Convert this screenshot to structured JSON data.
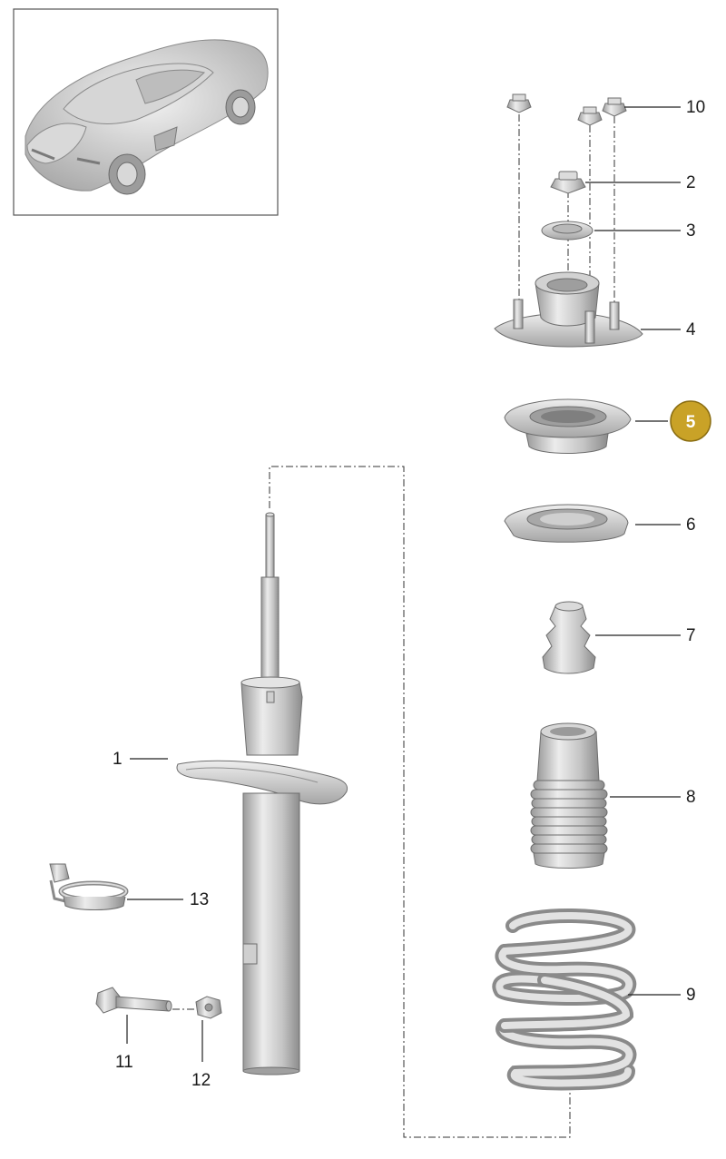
{
  "callouts": {
    "c1": "1",
    "c2": "2",
    "c3": "3",
    "c4": "4",
    "c5": "5",
    "c6": "6",
    "c7": "7",
    "c8": "8",
    "c9": "9",
    "c10": "10",
    "c11": "11",
    "c12": "12",
    "c13": "13"
  },
  "highlight": {
    "callout": "5",
    "fill": "#c9a227",
    "stroke": "#8a6d12"
  },
  "part_color": "#c8c8c8"
}
